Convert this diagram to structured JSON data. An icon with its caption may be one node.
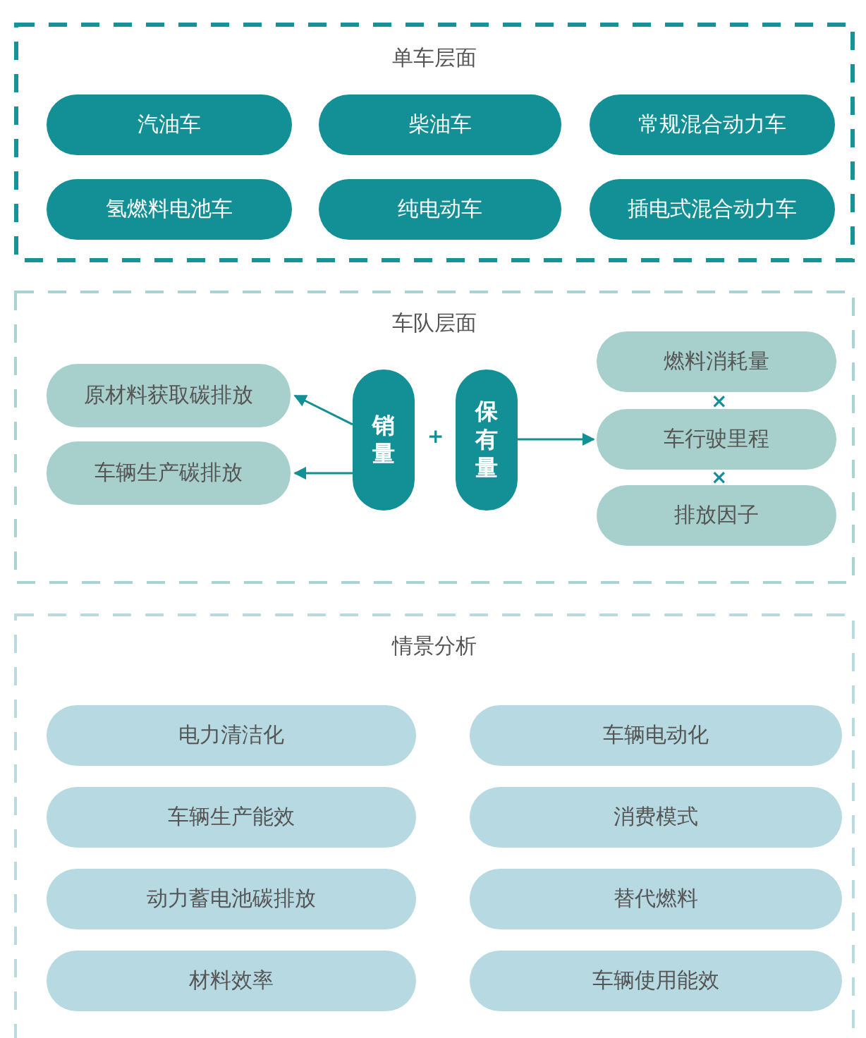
{
  "diagram": {
    "nodes": [
      {
        "text": [
          "单车层面"
        ]
      },
      {
        "text": [
          "汽油车"
        ],
        "in": 0
      },
      {
        "text": [
          "柴油车"
        ],
        "in": 0
      },
      {
        "text": [
          "常规混合动力车"
        ],
        "in": 0
      },
      {
        "text": [
          "氢燃料电池车"
        ],
        "in": 0
      },
      {
        "text": [
          "纯电动车"
        ],
        "in": 0
      },
      {
        "text": [
          "插电式混合动力车"
        ],
        "in": 0
      },
      {
        "text": [
          "车队层面"
        ]
      },
      {
        "text": [
          "原材料获取碳排放"
        ],
        "in": 7
      },
      {
        "text": [
          "车辆生产碳排放"
        ],
        "in": 7
      },
      {
        "text": [
          "销量"
        ],
        "in": 7
      },
      {
        "text": [
          "保有量"
        ],
        "in": 7
      },
      {
        "text": [
          "燃料消耗量"
        ],
        "in": 7
      },
      {
        "text": [
          "车行驶里程"
        ],
        "in": 7
      },
      {
        "text": [
          "排放因子"
        ],
        "in": 7
      },
      {
        "text": [
          "情景分析"
        ]
      },
      {
        "text": [
          "电力清洁化"
        ],
        "in": 15
      },
      {
        "text": [
          "车辆电动化"
        ],
        "in": 15
      },
      {
        "text": [
          "车辆生产能效"
        ],
        "in": 15
      },
      {
        "text": [
          "消费模式"
        ],
        "in": 15
      },
      {
        "text": [
          "动力蓄电池碳排放"
        ],
        "in": 15
      },
      {
        "text": [
          "替代燃料"
        ],
        "in": 15
      },
      {
        "text": [
          "材料效率"
        ],
        "in": 15
      },
      {
        "text": [
          "车辆使用能效"
        ],
        "in": 15
      }
    ],
    "edges": [
      {
        "from": 10,
        "to": 8,
        "arrow": "to"
      },
      {
        "from": 10,
        "to": 9,
        "arrow": "to"
      },
      {
        "from": 11,
        "to": 13,
        "arrow": "to"
      }
    ],
    "labels": [
      "+",
      "×",
      "×"
    ]
  }
}
